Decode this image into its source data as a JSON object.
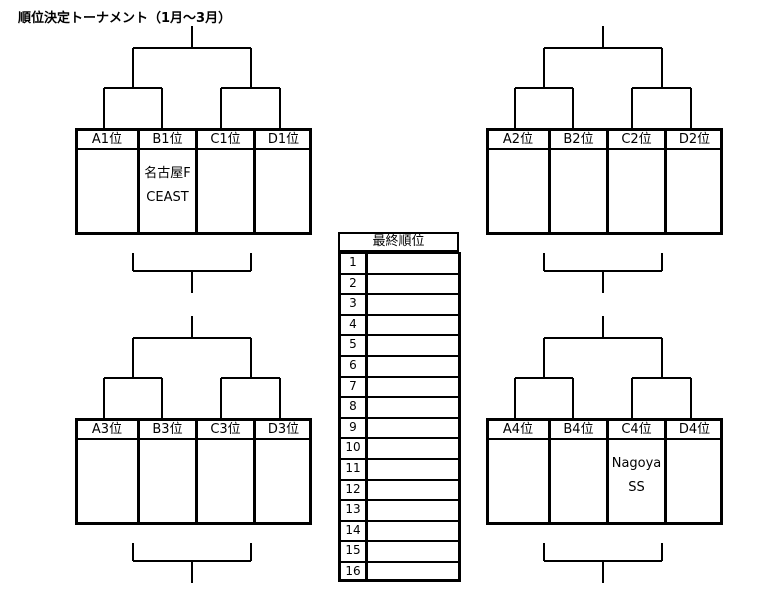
{
  "title": "順位決定トーナメント（1月〜3月）",
  "blocks": [
    {
      "cols": [
        {
          "label": "A1位",
          "team": []
        },
        {
          "label": "B1位",
          "team": [
            "名古屋F",
            "CEAST"
          ]
        },
        {
          "label": "C1位",
          "team": []
        },
        {
          "label": "D1位",
          "team": []
        }
      ]
    },
    {
      "cols": [
        {
          "label": "A2位",
          "team": []
        },
        {
          "label": "B2位",
          "team": []
        },
        {
          "label": "C2位",
          "team": []
        },
        {
          "label": "D2位",
          "team": []
        }
      ]
    },
    {
      "cols": [
        {
          "label": "A3位",
          "team": []
        },
        {
          "label": "B3位",
          "team": []
        },
        {
          "label": "C3位",
          "team": []
        },
        {
          "label": "D3位",
          "team": []
        }
      ]
    },
    {
      "cols": [
        {
          "label": "A4位",
          "team": []
        },
        {
          "label": "B4位",
          "team": []
        },
        {
          "label": "C4位",
          "team": [
            "Nagoya",
            "SS"
          ]
        },
        {
          "label": "D4位",
          "team": []
        }
      ]
    }
  ],
  "final_ranking": {
    "header": "最終順位",
    "ranks": [
      "1",
      "2",
      "3",
      "4",
      "5",
      "6",
      "7",
      "8",
      "9",
      "10",
      "11",
      "12",
      "13",
      "14",
      "15",
      "16"
    ]
  }
}
